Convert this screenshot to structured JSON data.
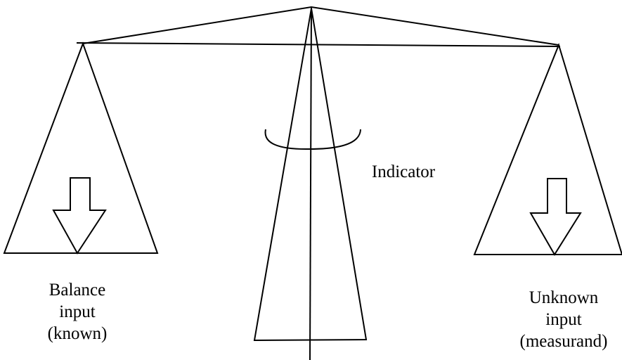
{
  "diagram": {
    "labels": {
      "indicator": "Indicator",
      "balance": [
        "Balance",
        "input",
        "(known)"
      ],
      "unknown": [
        "Unknown",
        "input",
        "(measurand)"
      ]
    },
    "colors": {
      "line": "#000000",
      "background": "#ffffff"
    }
  }
}
